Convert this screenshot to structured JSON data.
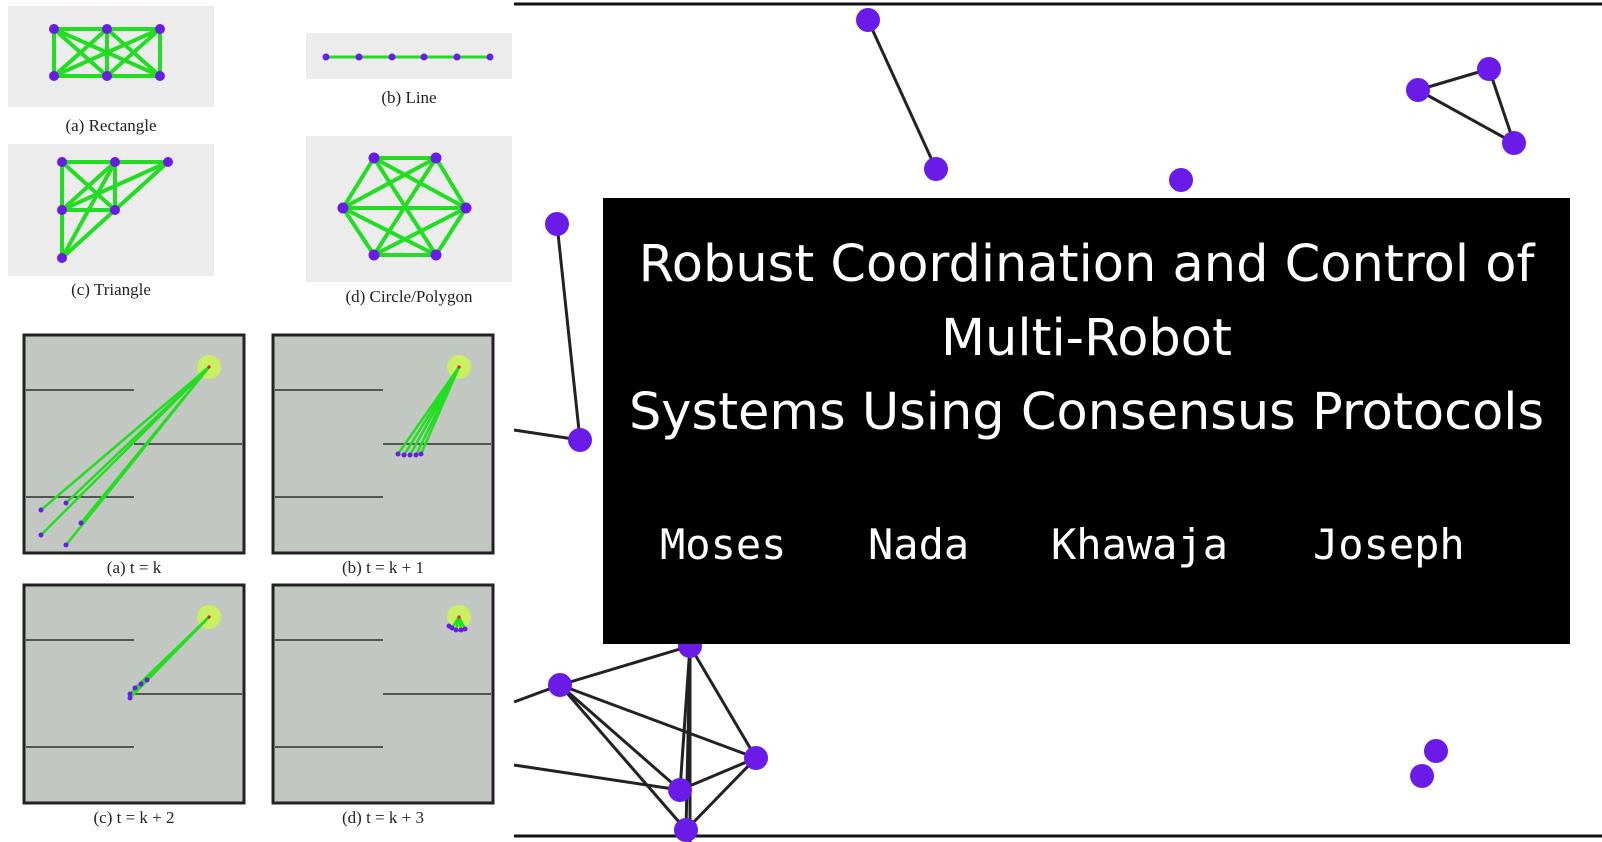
{
  "title": {
    "line1": "Robust Coordination and Control of",
    "line2": "Multi-Robot",
    "line3": "Systems Using Consensus Protocols"
  },
  "authors": [
    "Moses",
    "Nada",
    "Khawaja",
    "Joseph"
  ],
  "formations": {
    "rectangle": "(a) Rectangle",
    "line": "(b) Line",
    "triangle": "(c) Triangle",
    "circle": "(d) Circle/Polygon"
  },
  "timesteps": {
    "a": "(a) t = k",
    "b": "(b) t = k + 1",
    "c": "(c) t = k + 2",
    "d": "(d) t = k + 3"
  },
  "colors": {
    "node": "#6a1be8",
    "edge_green": "#22dd22",
    "target": "#c8f060",
    "panel_gray": "#c2c7c2",
    "title_bg": "#000000"
  }
}
